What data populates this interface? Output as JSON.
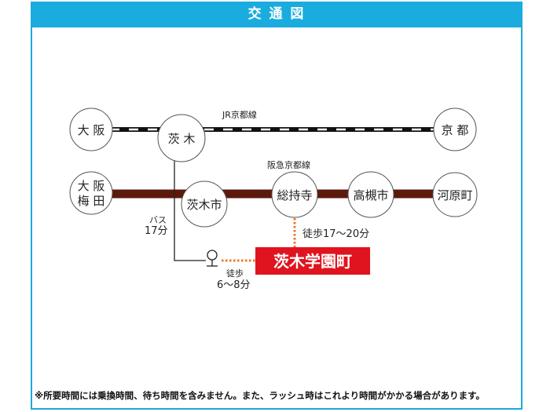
{
  "header": {
    "title": "交 通 図"
  },
  "lines": {
    "jr": {
      "name": "JR京都線"
    },
    "hankyu": {
      "name": "阪急京都線",
      "color": "#5b1a0c"
    }
  },
  "stations": {
    "osaka": "大 阪",
    "ibaraki": "茨 木",
    "kyoto": "京 都",
    "umeda_1": "大 阪",
    "umeda_2": "梅 田",
    "ibarakishi": "茨木市",
    "sojiji": "総持寺",
    "takatsukishi": "高槻市",
    "kawaramachi": "河原町"
  },
  "destination": {
    "name": "茨木学園町",
    "color": "#e0141e"
  },
  "routes": {
    "bus_1": "バス",
    "bus_2": "17分",
    "walk_sojiji": "徒歩17〜20分",
    "walk_bus_1": "徒歩",
    "walk_bus_2": "6〜8分"
  },
  "footnote": "※所要時間には乗換時間、待ち時間を含みません。また、ラッシュ時はこれより時間がかかる場合があります。"
}
